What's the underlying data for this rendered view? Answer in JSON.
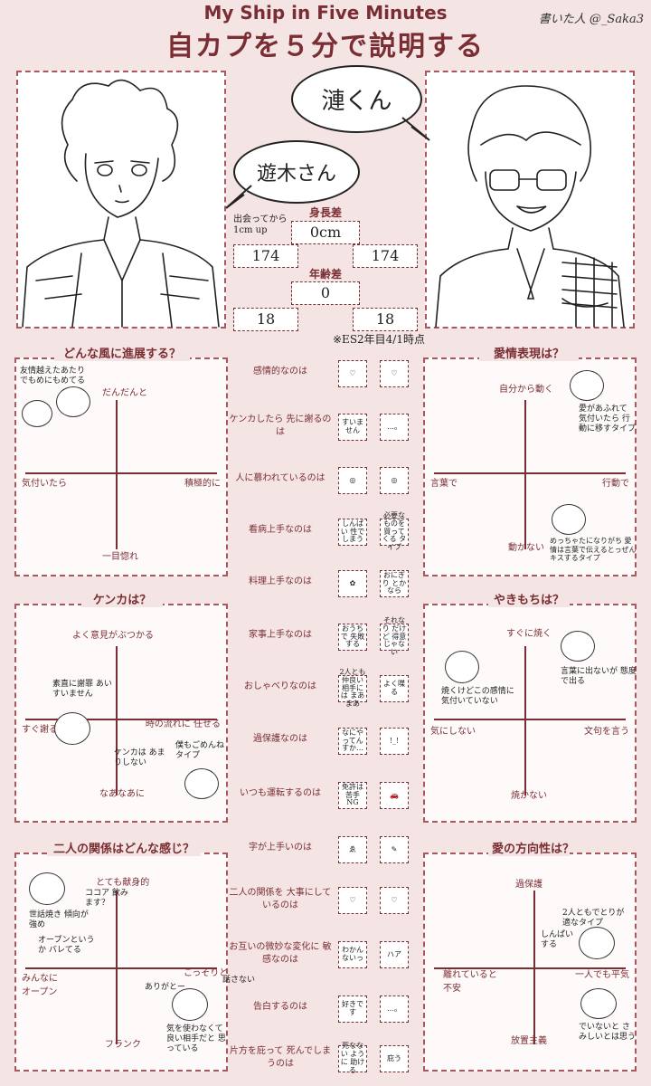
{
  "header": {
    "title_en": "My Ship in Five Minutes",
    "title_jp": "自カプを５分で説明する",
    "signature": "書いた人 @_Saka3"
  },
  "bubbles": {
    "left": "遊木さん",
    "right": "漣くん"
  },
  "stats": {
    "height_label": "身長差",
    "height_note": "出会ってから 1cm up",
    "height_diff": "0cm",
    "left_height": "174",
    "right_height": "174",
    "age_label": "年齢差",
    "age_diff": "0",
    "left_age": "18",
    "right_age": "18",
    "footnote": "※ES2年目4/1時点"
  },
  "quadrants": {
    "progress": {
      "title": "どんな風に進展する？",
      "top": "だんだんと",
      "bottom": "一目惚れ",
      "left": "気付いたら",
      "right": "積極的に",
      "note": "友情越えたあたりでもめにもめてる"
    },
    "affection": {
      "title": "愛情表現は？",
      "top": "自分から動く",
      "bottom": "動かない",
      "left": "言葉で",
      "right": "行動で",
      "note1": "愛があふれて 気付いたら 行動に移すタイプ",
      "note2": "めっちゃたになりがち 愛情は言葉で伝えるとっぜんキスするタイプ"
    },
    "fight": {
      "title": "ケンカは？",
      "top": "よく意見がぶつかる",
      "bottom": "なあなあに",
      "left": "すぐ謝る",
      "right": "時の流れに 任せる",
      "note1": "素直に謝罪 あいすいません",
      "note2": "ケンカは あまりしない",
      "note3": "僕もごめんね タイプ"
    },
    "jealousy": {
      "title": "やきもちは？",
      "top": "すぐに焼く",
      "bottom": "焼かない",
      "left": "気にしない",
      "right": "文句を言う",
      "note1": "焼くけどこの感情に 気付いていない",
      "note2": "言葉に出ないが 態度で出る"
    },
    "relationship": {
      "title": "二人の関係はどんな感じ？",
      "top": "とても献身的",
      "bottom": "フランク",
      "left": "みんなに オープン",
      "right": "こっそりと",
      "note1": "ココア 飲みます？",
      "note2": "世話焼き 傾向が 強め",
      "note3": "オープンというか バレてる",
      "note4": "ありがとー",
      "note5": "話さない",
      "note6": "気を使わなくて 良い相手だと 思っている"
    },
    "direction": {
      "title": "愛の方向性は？",
      "top": "過保護",
      "bottom": "放置主義",
      "left": "離れていると 不安",
      "right": "一人でも平気",
      "note1": "2人ともでとりが 適なタイプ",
      "note2": "しんぱい する",
      "note3": "でいないと さみしいとは思う"
    }
  },
  "questions": [
    {
      "label": "感情的なのは",
      "left": "♡",
      "right": "♡"
    },
    {
      "label": "ケンカしたら 先に謝るのは",
      "left": "すいません",
      "right": "…。"
    },
    {
      "label": "人に慕われているのは",
      "left": "◎",
      "right": "◎"
    },
    {
      "label": "看病上手なのは",
      "left": "しんぱい 性で しまう",
      "right": "必要なものを 買ってくる タイプ"
    },
    {
      "label": "料理上手なのは",
      "left": "✿",
      "right": "おにぎり とかなら"
    },
    {
      "label": "家事上手なのは",
      "left": "おうちで 失敗する",
      "right": "それなり だけど 得意じゃない"
    },
    {
      "label": "おしゃべりなのは",
      "left": "2人とも仲良い相手には まあまあ",
      "right": "よく喋る"
    },
    {
      "label": "過保護なのは",
      "left": "なにやってん すか…",
      "right": "!_!"
    },
    {
      "label": "いつも運転するのは",
      "left": "免許は 苦手 NG",
      "right": "🚗"
    },
    {
      "label": "字が上手いのは",
      "left": "ゑ",
      "right": "✎"
    },
    {
      "label": "二人の関係を 大事にしているのは",
      "left": "♡",
      "right": "♡"
    },
    {
      "label": "お互いの微妙な変化に 敏感なのは",
      "left": "わかんないっ",
      "right": "ハア"
    },
    {
      "label": "告白するのは",
      "left": "好きです",
      "right": "…。"
    },
    {
      "label": "片方を庇って 死んでしまうのは",
      "left": "死なない ように 助ける",
      "right": "庇う"
    }
  ]
}
